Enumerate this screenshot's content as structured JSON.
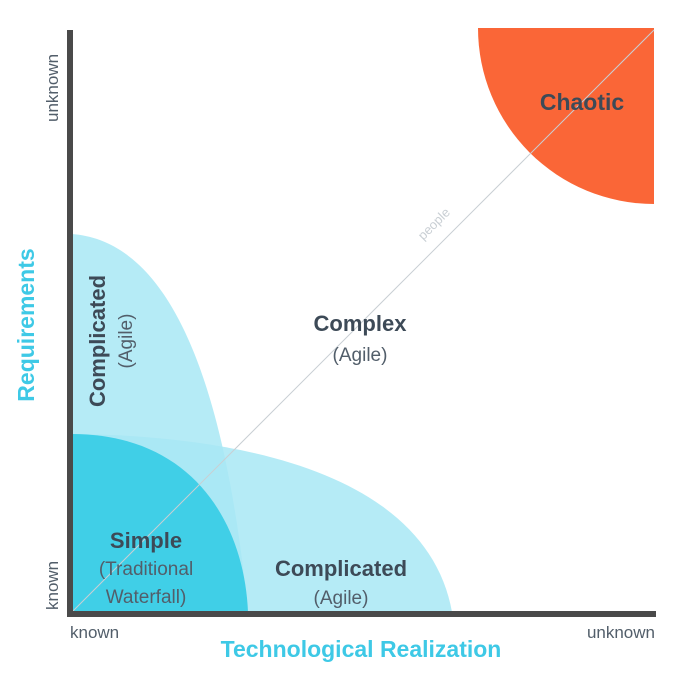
{
  "colors": {
    "axis": "#4a4a4a",
    "accent": "#3ec9e6",
    "zone_light": "#a8e8f4",
    "zone_simple": "#40cfe7",
    "chaotic": "#fa6637",
    "text_dark": "#3d4a57",
    "text_mid": "#525e6a",
    "diagonal": "#c9cfd4"
  },
  "x_axis": {
    "title": "Technological Realization",
    "low": "known",
    "high": "unknown"
  },
  "y_axis": {
    "title": "Requirements",
    "low": "known",
    "high": "unknown"
  },
  "diagonal_label": "people",
  "zones": {
    "simple": {
      "title": "Simple",
      "line1": "(Traditional",
      "line2": "Waterfall)"
    },
    "complicated_vertical": {
      "title": "Complicated",
      "subtitle": "(Agile)"
    },
    "complicated_horizontal": {
      "title": "Complicated",
      "subtitle": "(Agile)"
    },
    "complex": {
      "title": "Complex",
      "subtitle": "(Agile)"
    },
    "chaotic": {
      "title": "Chaotic"
    }
  }
}
